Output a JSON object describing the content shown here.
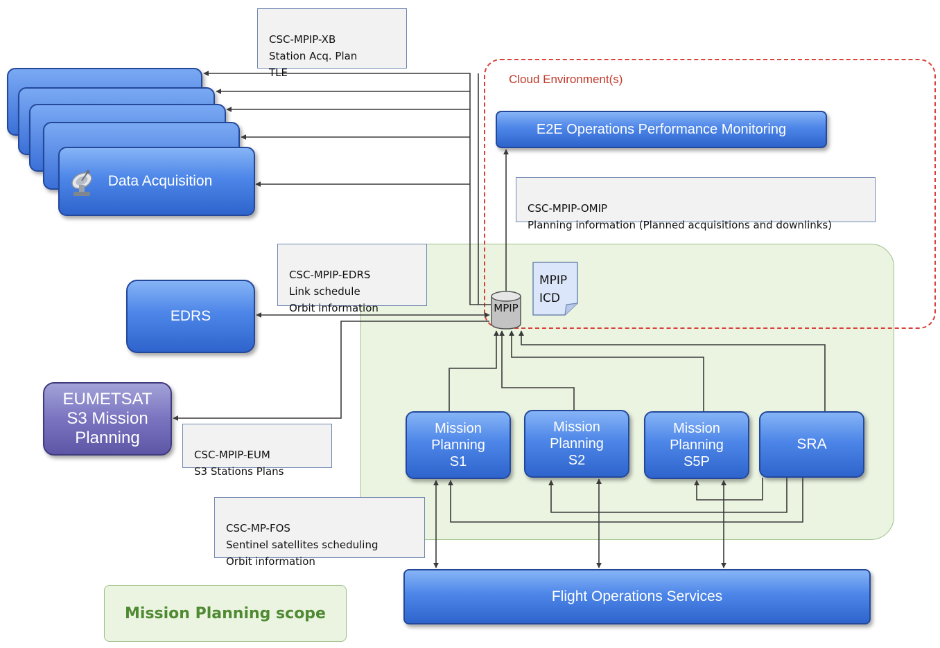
{
  "cloud": {
    "label": "Cloud  Environment(s)"
  },
  "legend": {
    "label": "Mission Planning scope"
  },
  "blocks": {
    "data_acquisition": "Data Acquisition",
    "edrs": "EDRS",
    "eumetsat": "EUMETSAT\nS3 Mission\nPlanning",
    "e2e": "E2E Operations Performance Monitoring",
    "mp_s1": "Mission\nPlanning\nS1",
    "mp_s2": "Mission\nPlanning\nS2",
    "mp_s5p": "Mission\nPlanning\nS5P",
    "sra": "SRA",
    "fos": "Flight Operations Services"
  },
  "mpip": {
    "db_label": "MPIP",
    "doc_label": "MPIP\nICD"
  },
  "notes": {
    "xb": "CSC-MPIP-XB\nStation Acq. Plan\nTLE",
    "omip": "CSC-MPIP-OMIP\nPlanning information (Planned acquisitions and downlinks)",
    "edrs": "CSC-MPIP-EDRS\nLink schedule\nOrbit information",
    "eum": "CSC-MPIP-EUM\nS3 Stations Plans",
    "fos": "CSC-MP-FOS\nSentinel satellites scheduling\nOrbit information"
  },
  "colors": {
    "block_blue": "#4d86e8",
    "block_border": "#23489a",
    "eumetsat_purple": "#7a74c0",
    "scope_green": "#ebf4e1",
    "scope_text": "#4f8a33",
    "cloud_red": "#d9403a"
  },
  "icons": {
    "satellite_dish": "satellite-dish-icon"
  }
}
